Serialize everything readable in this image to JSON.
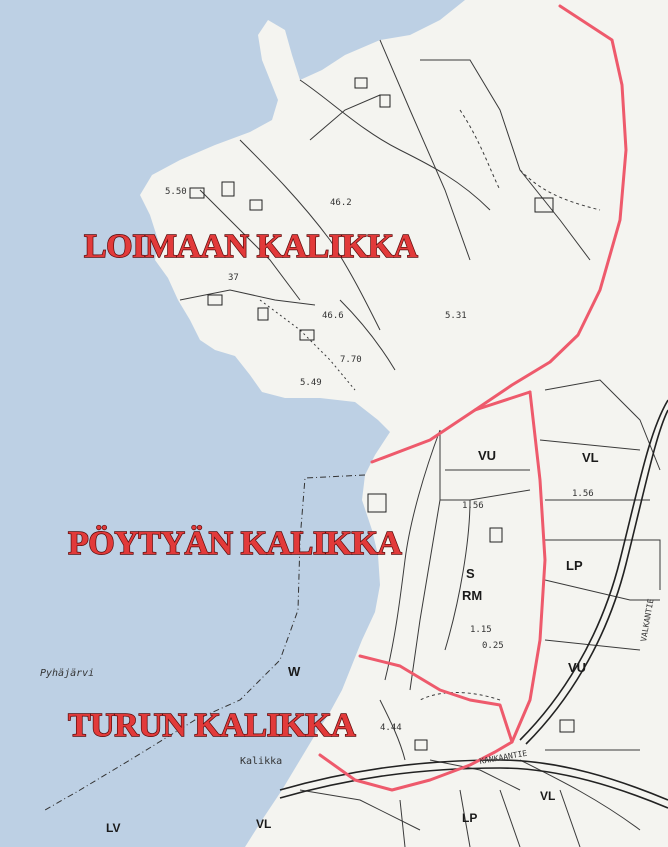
{
  "regions": {
    "north": "LOIMAAN KALIKKA",
    "middle": "PÖYTYÄN KALIKKA",
    "south": "TURUN KALIKKA"
  },
  "places": {
    "lake": "Pyhäjärvi",
    "village": "Kalikka",
    "road": "VALKANTIE",
    "road2": "KANKAANTIE"
  },
  "zones": {
    "vu1": "VU",
    "vl1": "VL",
    "lp1": "LP",
    "s": "S",
    "rm": "RM",
    "w": "W",
    "vu2": "VU",
    "lv": "LV",
    "vl2": "VL",
    "lp2": "LP",
    "vl3": "VL"
  },
  "values": {
    "v1": "1.56",
    "v2": "1.56",
    "v3": "1.15",
    "v4": "0.25",
    "v5": "4.44",
    "v6": "46.2",
    "v7": "46.6",
    "v8": "5.31",
    "v9": "7.70",
    "v10": "5.49",
    "v11": "37",
    "v12": "5.50"
  },
  "colors": {
    "water": "#bdd0e4",
    "land": "#f4f4f0",
    "boundary": "#ee5a6c",
    "label_fill": "#e23a3a"
  }
}
